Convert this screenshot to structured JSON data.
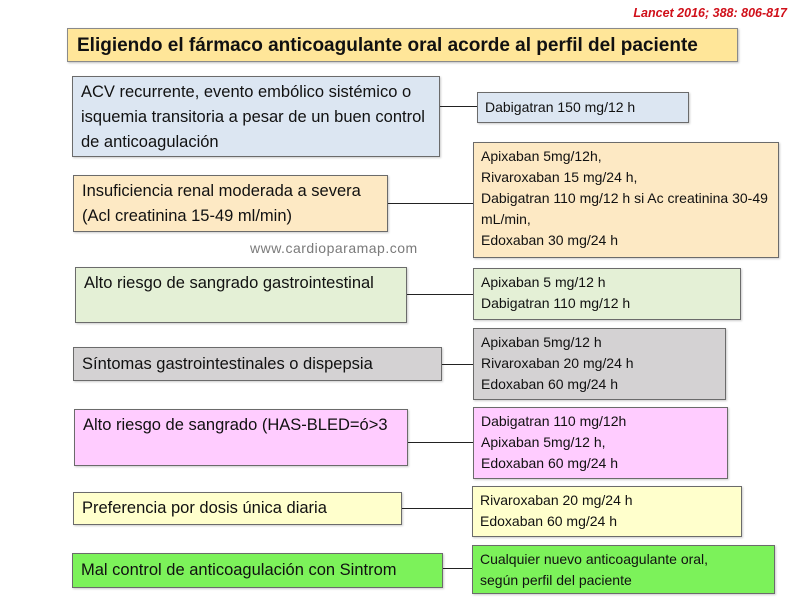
{
  "reference": "Lancet 2016; 388: 806-817",
  "title": "Eligiendo el fármaco anticoagulante oral acorde al perfil del paciente",
  "watermark": "www.cardioparamap.com",
  "colors": {
    "title_fill": "#ffe699",
    "reference_text": "#d0101a",
    "blue": "#dce6f2",
    "peach": "#fde9c4",
    "light_green": "#e4f0d6",
    "grey": "#d4d2d3",
    "pink": "#ffccff",
    "light_yellow": "#ffffcc",
    "green": "#7cf25a"
  },
  "rows": [
    {
      "condition": "ACV recurrente, evento embólico sistémico o isquemia transitoria a pesar de un buen control de anticoagulación",
      "recommendation": "Dabigatran 150 mg/12 h"
    },
    {
      "condition": "Insuficiencia renal moderada a severa (Acl creatinina 15-49 ml/min)",
      "recommendation": "Apixaban 5mg/12h,\nRivaroxaban 15 mg/24 h,\nDabigatran 110 mg/12 h si Ac creatinina 30-49 mL/min,\nEdoxaban 30 mg/24 h"
    },
    {
      "condition": "Alto riesgo de sangrado gastrointestinal",
      "recommendation": "Apixaban 5 mg/12 h\nDabigatran 110 mg/12 h"
    },
    {
      "condition": "Síntomas gastrointestinales o dispepsia",
      "recommendation": "Apixaban 5mg/12 h\nRivaroxaban 20 mg/24 h\nEdoxaban 60 mg/24 h"
    },
    {
      "condition": "Alto riesgo de sangrado (HAS-BLED=ó>3",
      "recommendation": "Dabigatran 110 mg/12h\nApixaban 5mg/12 h,\nEdoxaban 60 mg/24 h"
    },
    {
      "condition": "Preferencia por dosis única diaria",
      "recommendation": "Rivaroxaban 20 mg/24 h\nEdoxaban 60 mg/24 h"
    },
    {
      "condition": "Mal control de anticoagulación con Sintrom",
      "recommendation": "Cualquier nuevo anticoagulante oral,\nsegún perfil del paciente"
    }
  ]
}
